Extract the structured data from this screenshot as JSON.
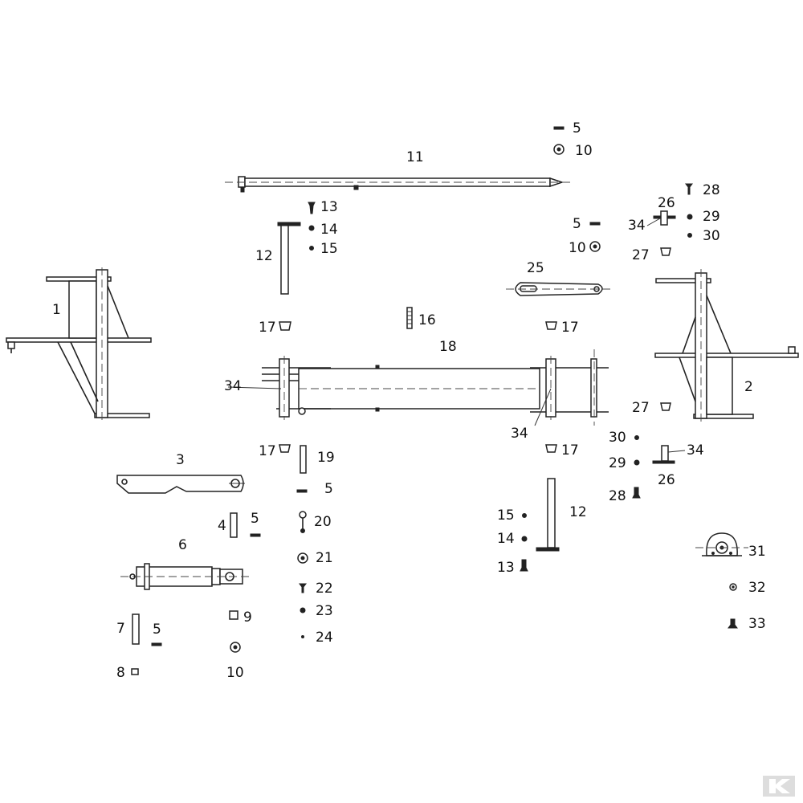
{
  "diagram": {
    "labels": [
      "1",
      "2",
      "3",
      "4",
      "5",
      "6",
      "7",
      "8",
      "9",
      "10",
      "11",
      "12",
      "13",
      "14",
      "15",
      "16",
      "17",
      "18",
      "19",
      "20",
      "21",
      "22",
      "23",
      "24",
      "25",
      "26",
      "27",
      "28",
      "29",
      "30",
      "31",
      "32",
      "33",
      "34"
    ]
  },
  "colors": {
    "line": "#222222",
    "background": "#ffffff",
    "logo": "#dddddd"
  },
  "logo": {
    "text": "K"
  }
}
